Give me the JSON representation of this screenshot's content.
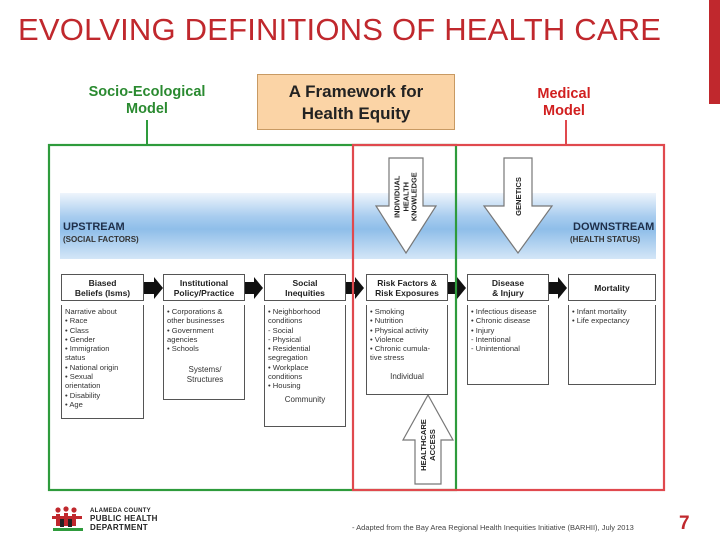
{
  "title": "EVOLVING DEFINITIONS OF HEALTH CARE",
  "models": {
    "socio_ecological": [
      "Socio-Ecological",
      "Model"
    ],
    "framework": [
      "A Framework for",
      "Health Equity"
    ],
    "medical": [
      "Medical",
      "Model"
    ]
  },
  "band": {
    "upstream": "UPSTREAM",
    "upstream_sub": "(SOCIAL FACTORS)",
    "downstream": "DOWNSTREAM",
    "downstream_sub": "(HEALTH STATUS)"
  },
  "arrows": {
    "individual_knowledge": [
      "INDIVIDUAL",
      "HEALTH",
      "KNOWLEDGE"
    ],
    "genetics": "GENETICS",
    "healthcare_access": [
      "HEALTHCARE",
      "ACCESS"
    ]
  },
  "columns": [
    {
      "header": [
        "Biased",
        "Beliefs (Isms)"
      ],
      "items": [
        "Narrative about",
        "• Race",
        "• Class",
        "• Gender",
        "• Immigration",
        "   status",
        "• National origin",
        "• Sexual",
        "   orientation",
        "• Disability",
        "• Age"
      ],
      "footer": ""
    },
    {
      "header": [
        "Institutional",
        "Policy/Practice"
      ],
      "items": [
        "• Corporations &",
        "   other businesses",
        "• Government",
        "   agencies",
        "• Schools"
      ],
      "footer": "Systems/ Structures"
    },
    {
      "header": [
        "Social",
        "Inequities"
      ],
      "items": [
        "• Neighborhood",
        "   conditions",
        "   - Social",
        "   - Physical",
        "• Residential",
        "   segregation",
        "• Workplace",
        "   conditions",
        "• Housing"
      ],
      "footer": "Community"
    },
    {
      "header": [
        "Risk Factors &",
        "Risk Exposures"
      ],
      "items": [
        "• Smoking",
        "• Nutrition",
        "• Physical activity",
        "• Violence",
        "• Chronic cumula-",
        "   tive stress"
      ],
      "footer": "Individual"
    },
    {
      "header": [
        "Disease",
        "& Injury"
      ],
      "items": [
        "• Infectious disease",
        "• Chronic disease",
        "• Injury",
        "   - Intentional",
        "   - Unintentional"
      ],
      "footer": ""
    },
    {
      "header": [
        "Mortality"
      ],
      "items": [
        "• Infant mortality",
        "• Life expectancy"
      ],
      "footer": ""
    }
  ],
  "footer": {
    "org_lines": [
      "ALAMEDA COUNTY",
      "PUBLIC HEALTH",
      "DEPARTMENT"
    ],
    "source": "- Adapted from the Bay Area Regional Health Inequities Initiative (BARHII), July 2013",
    "page_number": "7"
  },
  "colors": {
    "title": "#c0282d",
    "socio_green": "#2e9b3c",
    "medical_red": "#e0494e",
    "framework_fill": "#fbd4a6"
  }
}
